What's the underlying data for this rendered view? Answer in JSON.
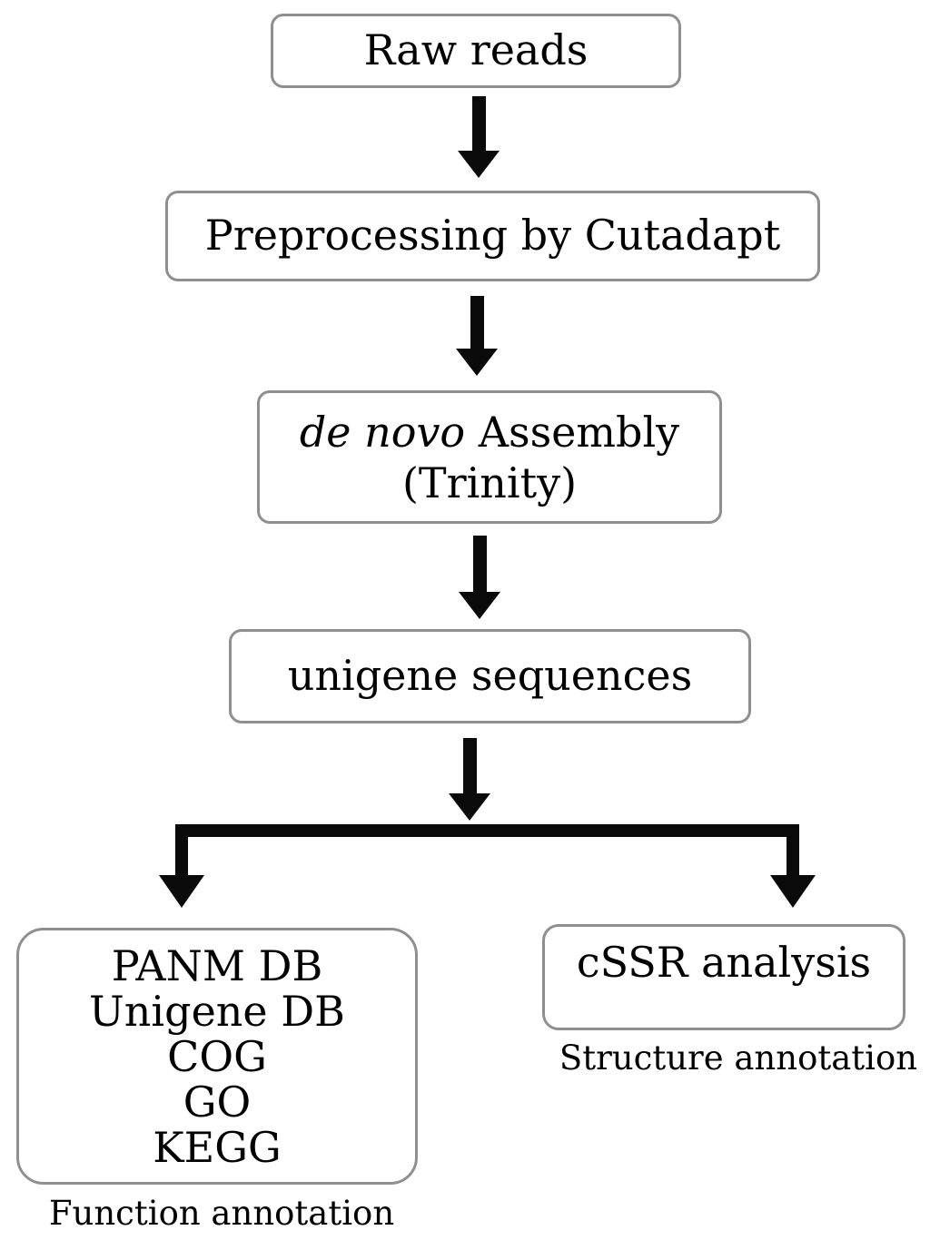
{
  "nodes": {
    "raw_reads": {
      "label": "Raw reads"
    },
    "preprocessing": {
      "label": "Preprocessing by Cutadapt"
    },
    "assembly": {
      "line1_italic": "de novo",
      "line1_rest": "Assembly",
      "line2": "(Trinity)"
    },
    "unigene": {
      "label": "unigene sequences"
    },
    "function_db": {
      "lines": [
        "PANM DB",
        "Unigene DB",
        "COG",
        "GO",
        "KEGG"
      ],
      "caption": "Function annotation"
    },
    "cssr": {
      "label": "cSSR analysis",
      "caption": "Structure annotation"
    }
  },
  "colors": {
    "box_border": "#8f8f8f",
    "arrow": "#0a0a0a",
    "text": "#000000",
    "background": "#ffffff"
  }
}
